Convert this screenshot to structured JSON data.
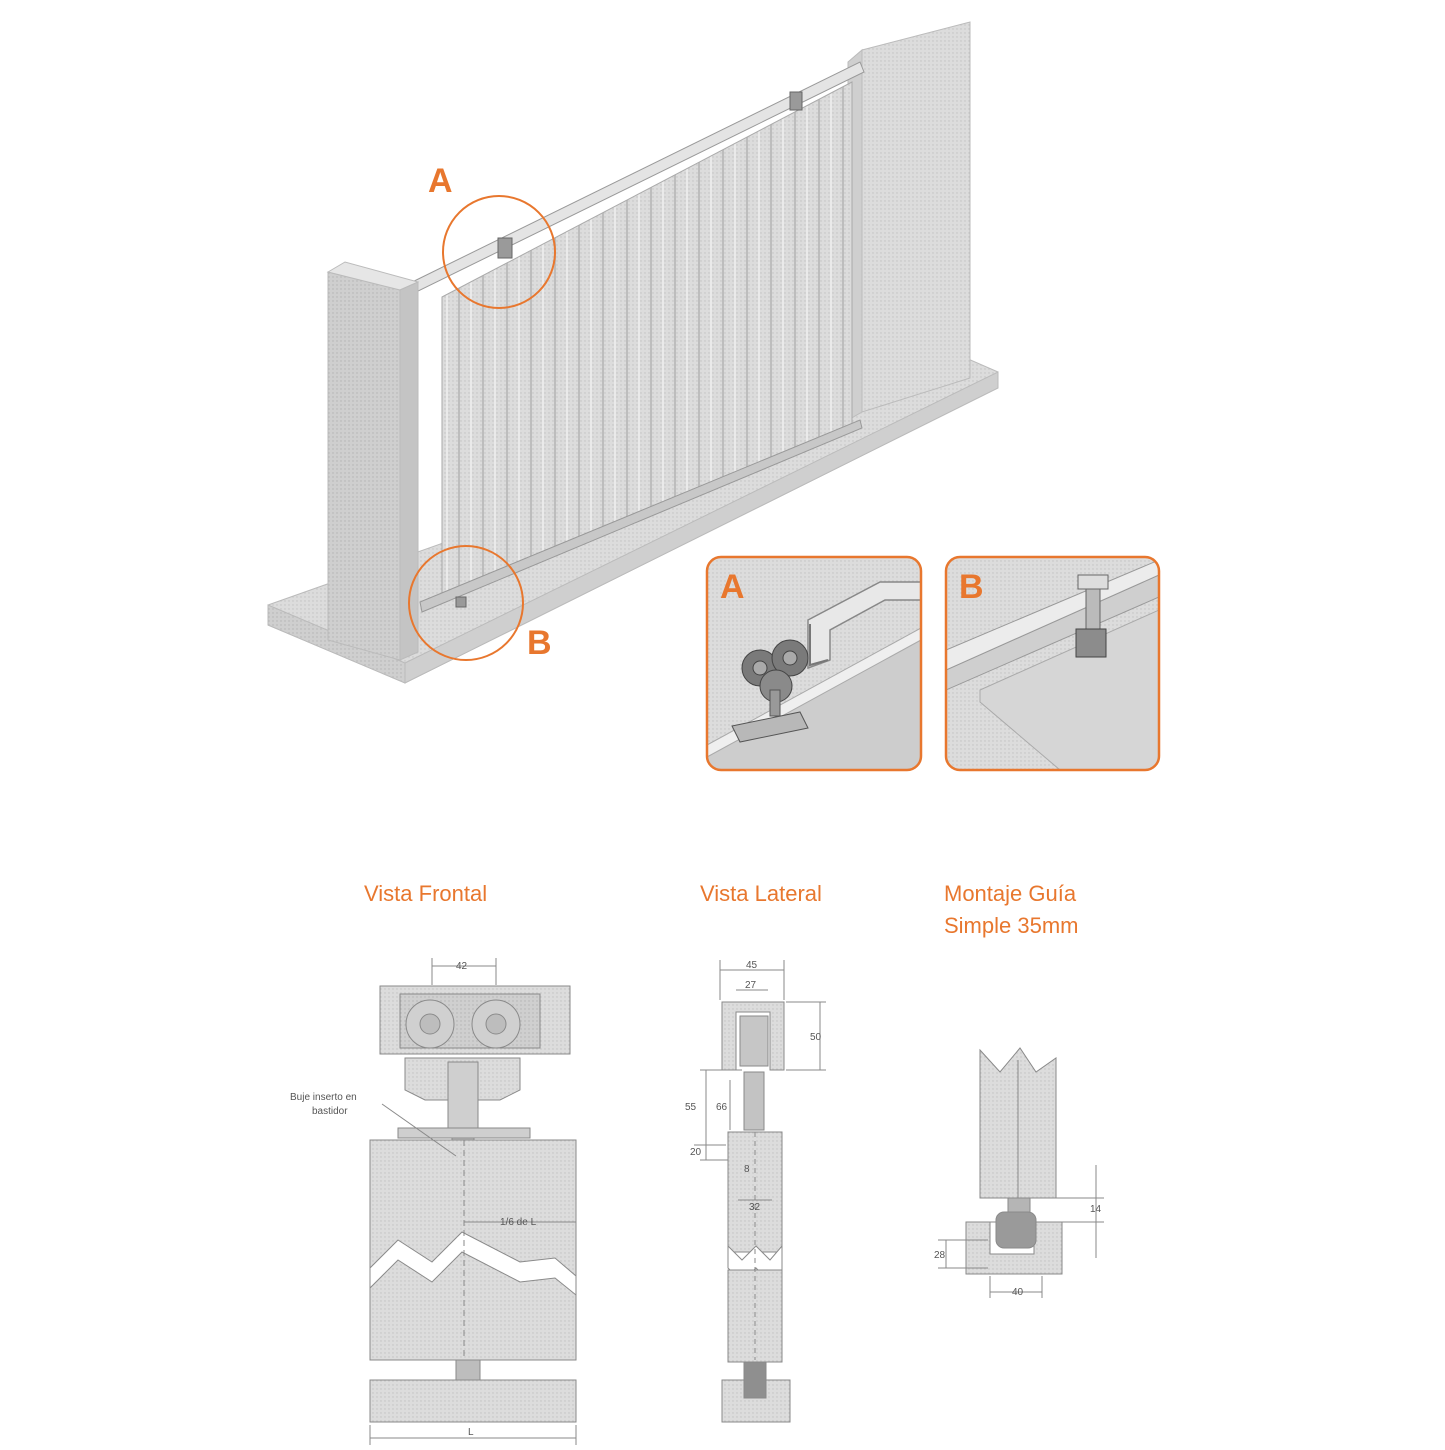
{
  "callouts": {
    "a_label": "A",
    "b_label": "B"
  },
  "detail_panels": {
    "a_label": "A",
    "b_label": "B"
  },
  "views": {
    "front_title": "Vista Frontal",
    "side_title": "Vista Lateral",
    "guide_title_line1": "Montaje Guía",
    "guide_title_line2": "Simple 35mm"
  },
  "front_view": {
    "dim_top": "42",
    "note_line1": "Buje inserto en",
    "note_line2": "bastidor",
    "dim_center": "1/6 de L",
    "dim_bottom": "L"
  },
  "side_view": {
    "dim_width": "45",
    "dim_inner": "27",
    "dim_height": "50",
    "dim_55": "55",
    "dim_66": "66",
    "dim_20": "20",
    "dim_8": "8",
    "dim_32": "32"
  },
  "guide_view": {
    "dim_right": "14",
    "dim_left": "28",
    "dim_bottom": "40"
  },
  "colors": {
    "accent": "#e8772e",
    "panel_gray": "#d9d9d9",
    "line": "#8a8a8a"
  }
}
